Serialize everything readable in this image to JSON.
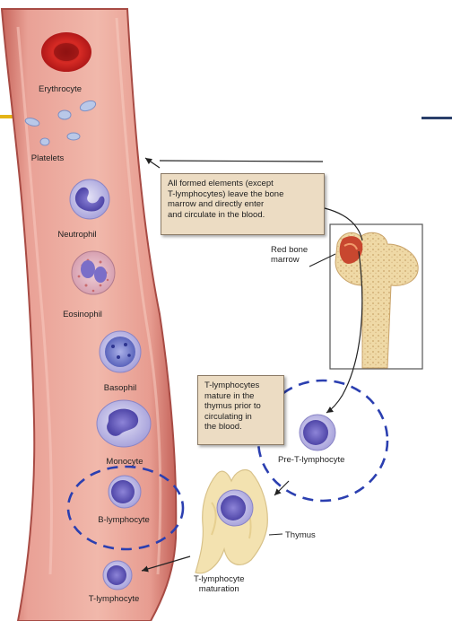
{
  "blood_cells": [
    {
      "id": "erythrocyte",
      "label": "Erythrocyte"
    },
    {
      "id": "platelets",
      "label": "Platelets"
    },
    {
      "id": "neutrophil",
      "label": "Neutrophil"
    },
    {
      "id": "eosinophil",
      "label": "Eosinophil"
    },
    {
      "id": "basophil",
      "label": "Basophil"
    },
    {
      "id": "monocyte",
      "label": "Monocyte"
    },
    {
      "id": "b_lymphocyte",
      "label": "B-lymphocyte"
    },
    {
      "id": "t_lymphocyte",
      "label": "T-lymphocyte"
    }
  ],
  "callouts": {
    "formed_elements": [
      "All formed elements (except",
      "T-lymphocytes) leave the bone",
      "marrow and directly enter",
      "and circulate in the blood."
    ],
    "t_maturation": [
      "T-lymphocytes",
      "mature in the",
      "thymus prior to",
      "circulating in",
      "the blood."
    ]
  },
  "labels": {
    "red_bone_marrow": [
      "Red bone",
      "marrow"
    ],
    "pre_t_lymphocyte": "Pre-T-lymphocyte",
    "thymus": "Thymus",
    "t_lymphocyte_maturation": [
      "T-lymphocyte",
      "maturation"
    ]
  },
  "colors": {
    "vessel_fill": "#e9a196",
    "vessel_edge": "#b5554d",
    "erythrocyte": "#c82020",
    "lymphocyte_purple": "#6a5fbf",
    "bone_tan": "#f0d9a8",
    "thymus_yellow": "#f3e2b0",
    "dashed_circle": "#2b3fb0",
    "callout_bg": "#ecdcc3",
    "slide_accent": "#e4b416"
  }
}
